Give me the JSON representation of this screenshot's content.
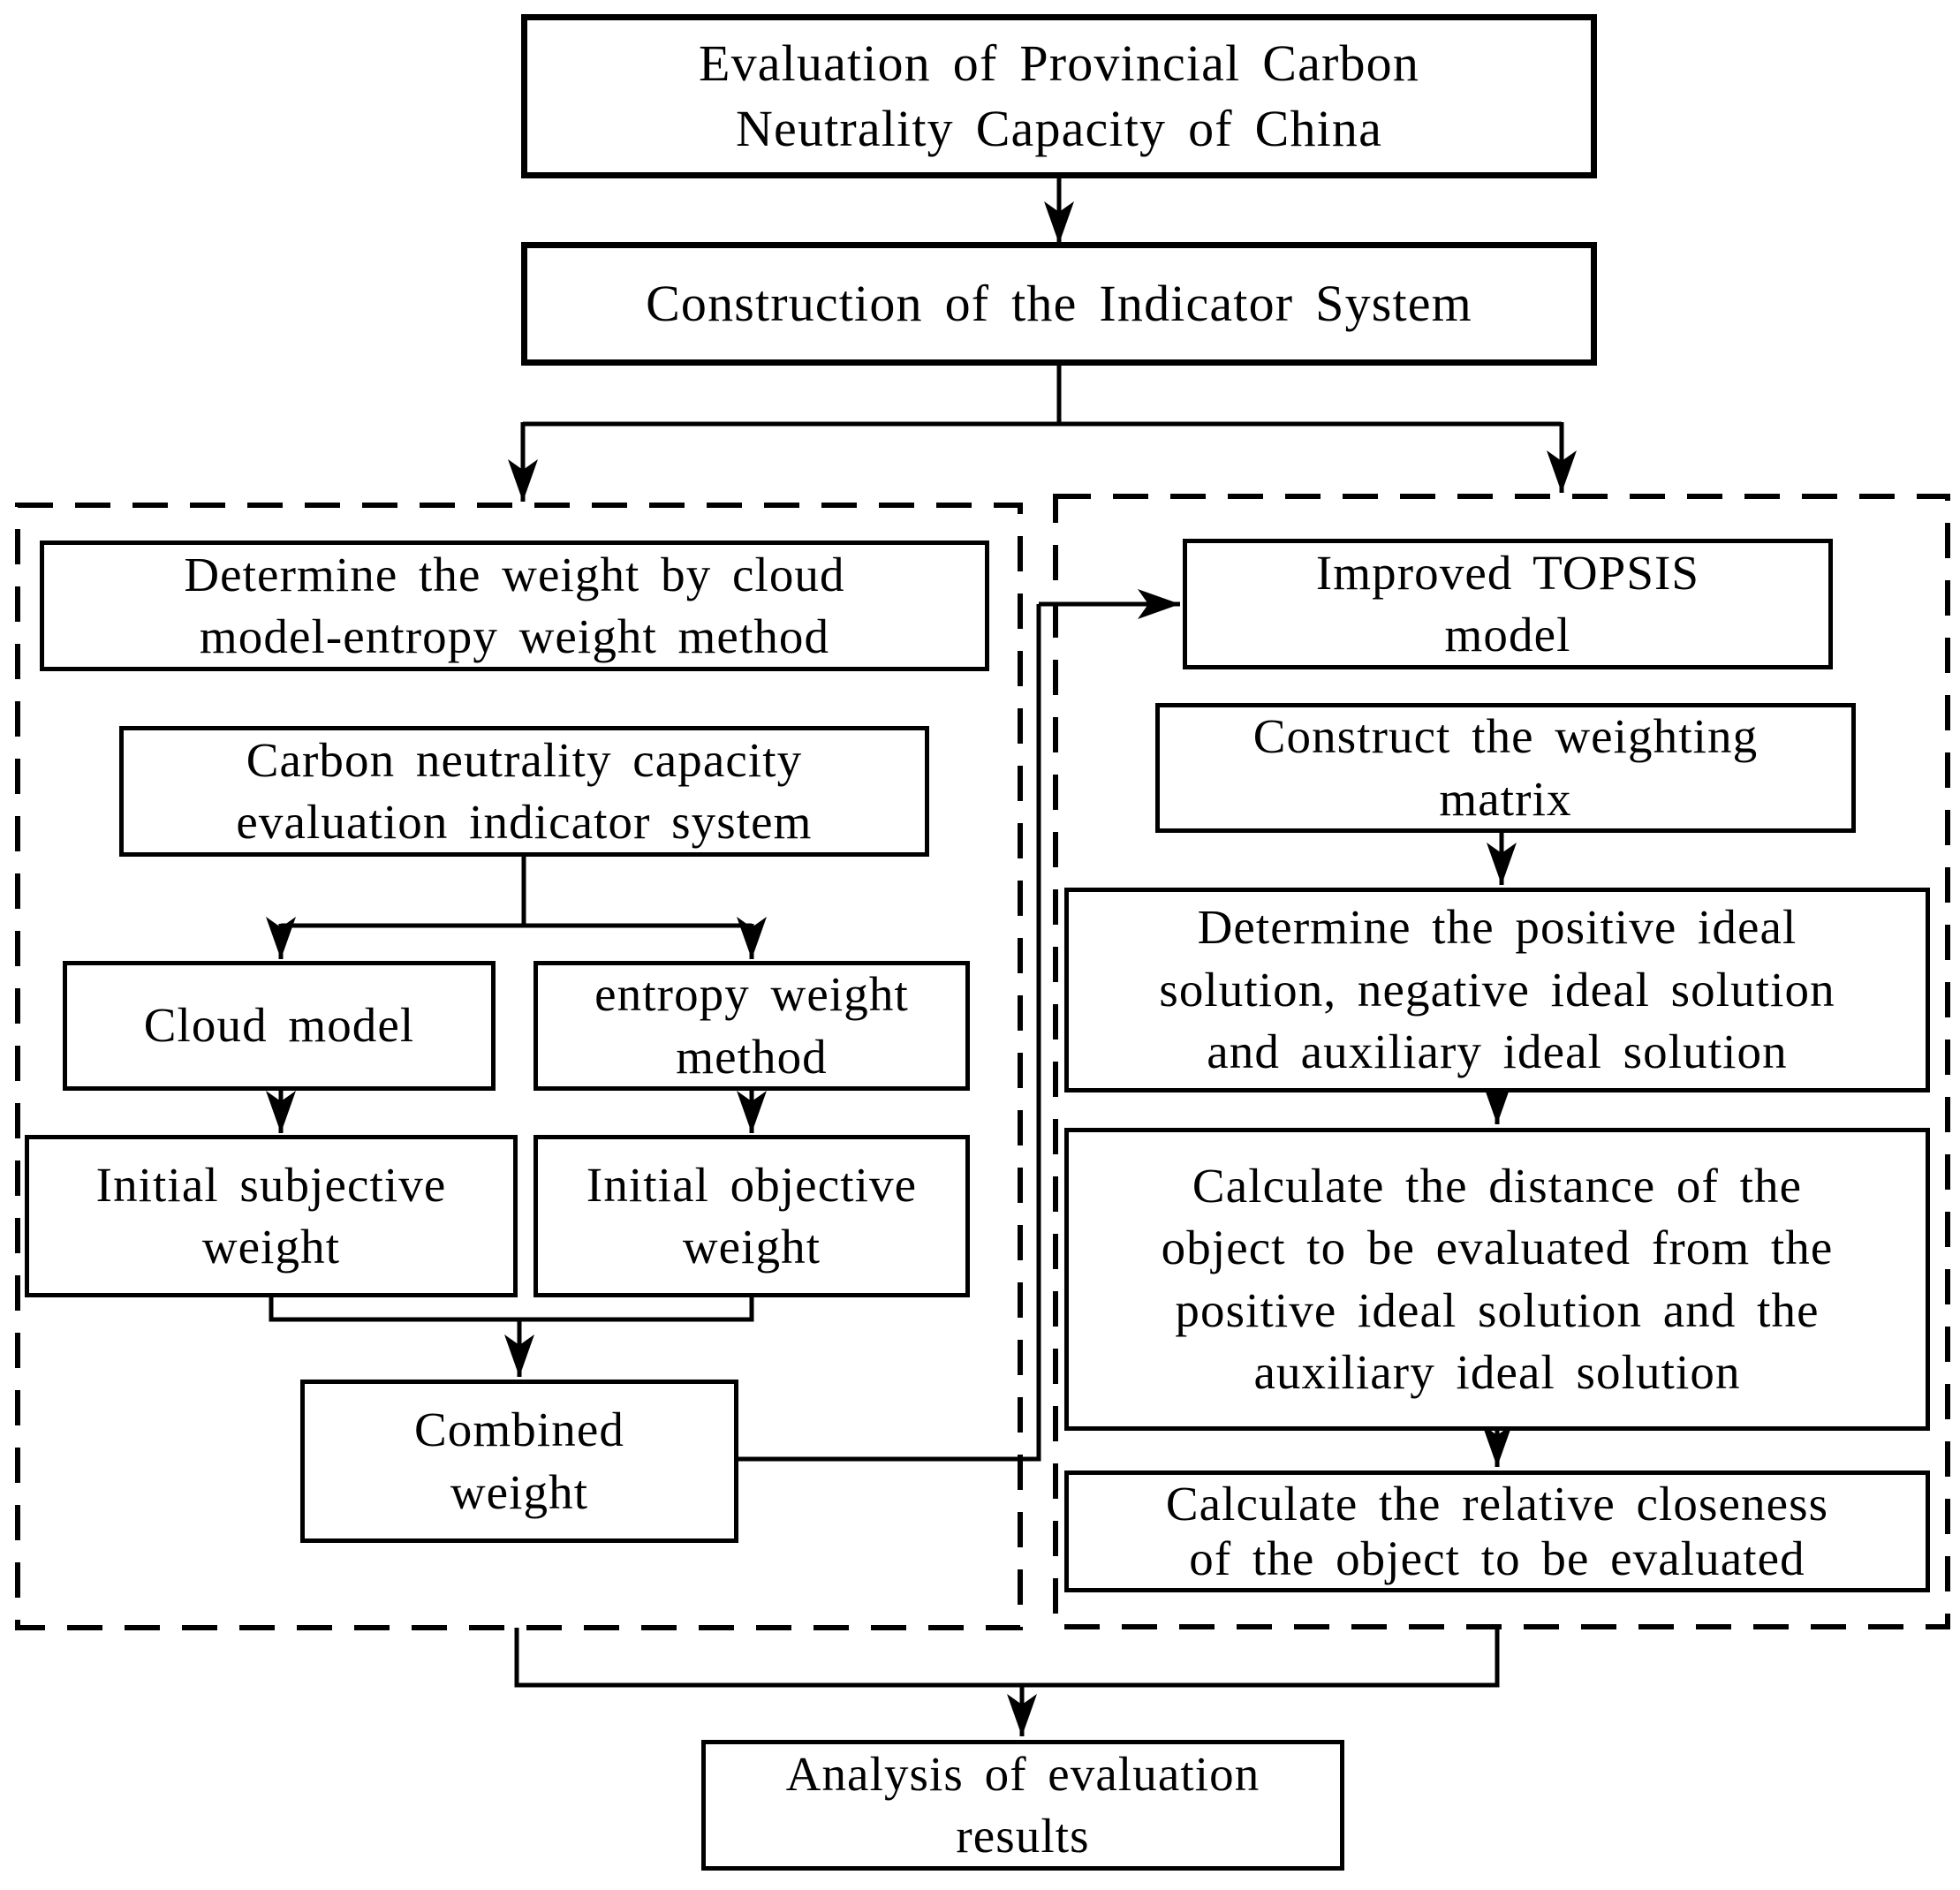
{
  "figure": {
    "background_color": "#ffffff",
    "line_color": "#000000"
  },
  "boxes": {
    "evaluation": {
      "lines": [
        "Evaluation of Provincial Carbon",
        "Neutrality Capacity of China"
      ]
    },
    "construction": {
      "lines": [
        "Construction of the Indicator System"
      ]
    },
    "weight_method_header": {
      "lines": [
        "Determine the weight by cloud",
        "model-entropy weight method"
      ]
    },
    "indicator_system": {
      "lines": [
        "Carbon neutrality capacity",
        "evaluation indicator system"
      ]
    },
    "cloud_model": {
      "lines": [
        "Cloud model"
      ]
    },
    "entropy_method": {
      "lines": [
        "entropy weight",
        "method"
      ]
    },
    "subjective_weight": {
      "lines": [
        "Initial subjective",
        "weight"
      ]
    },
    "objective_weight": {
      "lines": [
        "Initial objective",
        "weight"
      ]
    },
    "combined_weight": {
      "lines": [
        "Combined",
        "weight"
      ]
    },
    "topsis_header": {
      "lines": [
        "Improved TOPSIS",
        "model"
      ]
    },
    "weighting_matrix": {
      "lines": [
        "Construct the weighting",
        "matrix"
      ]
    },
    "ideal_solutions": {
      "lines": [
        "Determine the positive ideal",
        "solution, negative ideal solution",
        "and auxiliary ideal solution"
      ]
    },
    "distance_calc": {
      "lines": [
        "Calculate the distance of the",
        "object to be evaluated from the",
        "positive ideal solution and the",
        "auxiliary ideal solution"
      ]
    },
    "relative_closeness": {
      "lines": [
        "Calculate the relative closeness",
        "of the object to be evaluated"
      ]
    },
    "analysis_results": {
      "lines": [
        "Analysis of evaluation",
        "results"
      ]
    }
  }
}
